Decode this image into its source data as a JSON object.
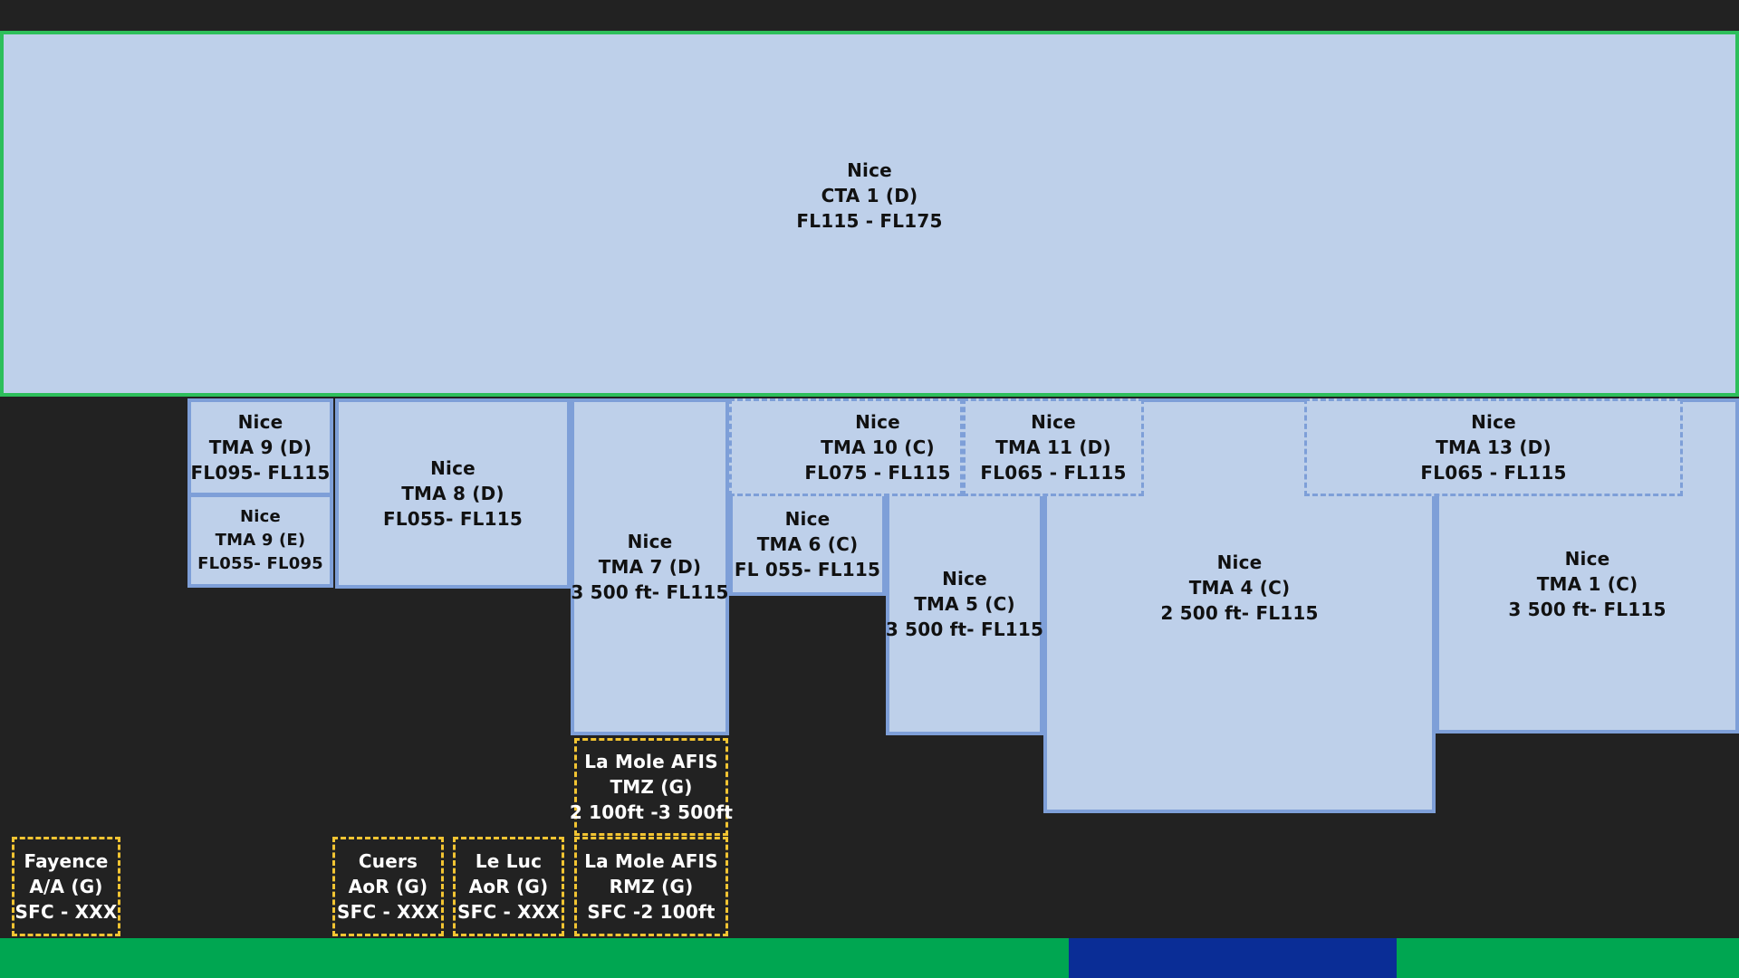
{
  "colors": {
    "background": "#222222",
    "airspace_fill": "#BED0EA",
    "airspace_border": "#7E9FD8",
    "cta_border": "#2DBF5B",
    "class_g_border": "#F2C432",
    "band_green": "#00A651",
    "band_blue": "#0A2D96"
  },
  "zones": {
    "cta1": {
      "lines": [
        "Nice",
        "CTA 1 (D)",
        "FL115 - FL175"
      ]
    },
    "tma9d": {
      "lines": [
        "Nice",
        "TMA 9 (D)",
        "FL095- FL115"
      ]
    },
    "tma9e": {
      "lines": [
        "Nice",
        "TMA 9 (E)",
        "FL055- FL095"
      ]
    },
    "tma8": {
      "lines": [
        "Nice",
        "TMA 8 (D)",
        "FL055- FL115"
      ]
    },
    "tma7": {
      "lines": [
        "Nice",
        "TMA 7 (D)",
        "3 500 ft- FL115"
      ]
    },
    "tma10": {
      "lines": [
        "Nice",
        "TMA 10 (C)",
        "FL075 - FL115"
      ]
    },
    "tma6": {
      "lines": [
        "Nice",
        "TMA 6 (C)",
        "FL 055- FL115"
      ]
    },
    "tma11": {
      "lines": [
        "Nice",
        "TMA 11 (D)",
        "FL065 - FL115"
      ]
    },
    "tma5": {
      "lines": [
        "Nice",
        "TMA 5 (C)",
        "3 500 ft- FL115"
      ]
    },
    "tma4": {
      "lines": [
        "Nice",
        "TMA 4 (C)",
        "2 500 ft- FL115"
      ]
    },
    "tma13": {
      "lines": [
        "Nice",
        "TMA 13 (D)",
        "FL065 - FL115"
      ]
    },
    "tma1": {
      "lines": [
        "Nice",
        "TMA 1 (C)",
        "3 500 ft- FL115"
      ]
    },
    "lamole_tmz": {
      "lines": [
        "La Mole AFIS",
        "TMZ (G)",
        "2 100ft -3 500ft"
      ]
    },
    "lamole_rmz": {
      "lines": [
        "La Mole AFIS",
        "RMZ (G)",
        "SFC -2 100ft"
      ]
    },
    "fayence": {
      "lines": [
        "Fayence",
        "A/A (G)",
        "SFC - XXX"
      ]
    },
    "cuers": {
      "lines": [
        "Cuers",
        "AoR (G)",
        "SFC - XXX"
      ]
    },
    "leluc": {
      "lines": [
        "Le Luc",
        "AoR (G)",
        "SFC - XXX"
      ]
    }
  }
}
